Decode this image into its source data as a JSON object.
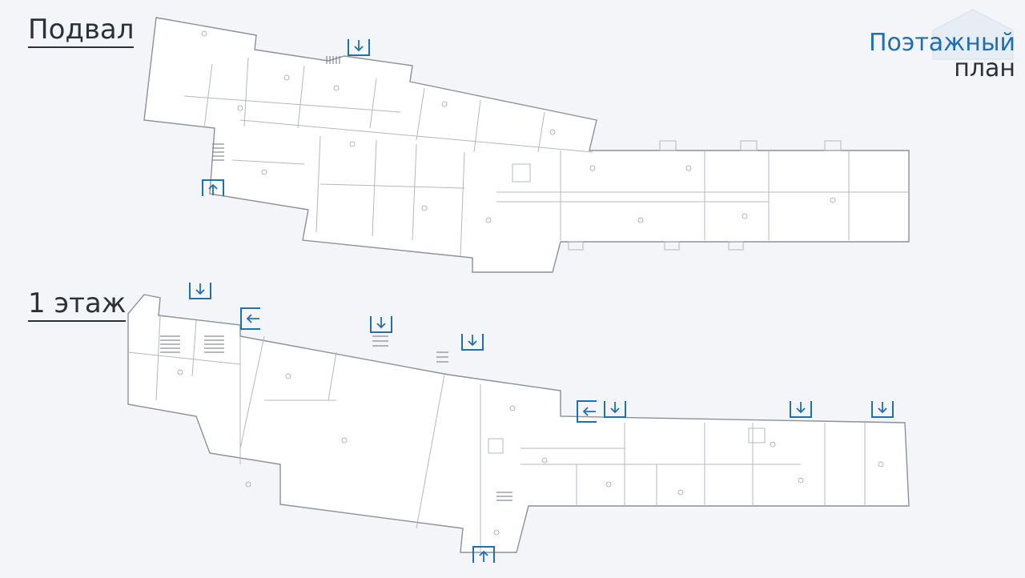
{
  "labels": {
    "basement": "Подвал",
    "floor1": "1 этаж"
  },
  "title": {
    "line1": "Поэтажный",
    "line2": "план"
  },
  "colors": {
    "accent": "#1f6fb3",
    "wall": "#8b919a",
    "text": "#2c3138",
    "background": "#f3f5f8"
  },
  "icons": {
    "entry_down": "arrow-down-entry-icon",
    "entry_up": "arrow-up-entry-icon",
    "entry_left": "arrow-left-entry-icon",
    "logo": "house-logo-icon"
  }
}
